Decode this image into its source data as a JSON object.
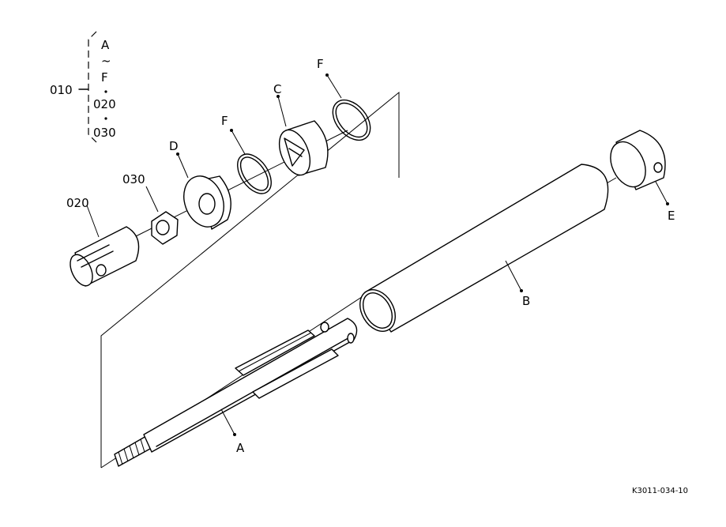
{
  "labels": {
    "A": "A",
    "B": "B",
    "C": "C",
    "D": "D",
    "E": "E",
    "F_left": "F",
    "F_right": "F",
    "p020": "020",
    "p030": "030"
  },
  "bracket": {
    "part": "010",
    "line1": "A",
    "line2": "~",
    "line3": "F",
    "line4": "020",
    "line5": "030"
  },
  "reference": "K3011-034-10"
}
